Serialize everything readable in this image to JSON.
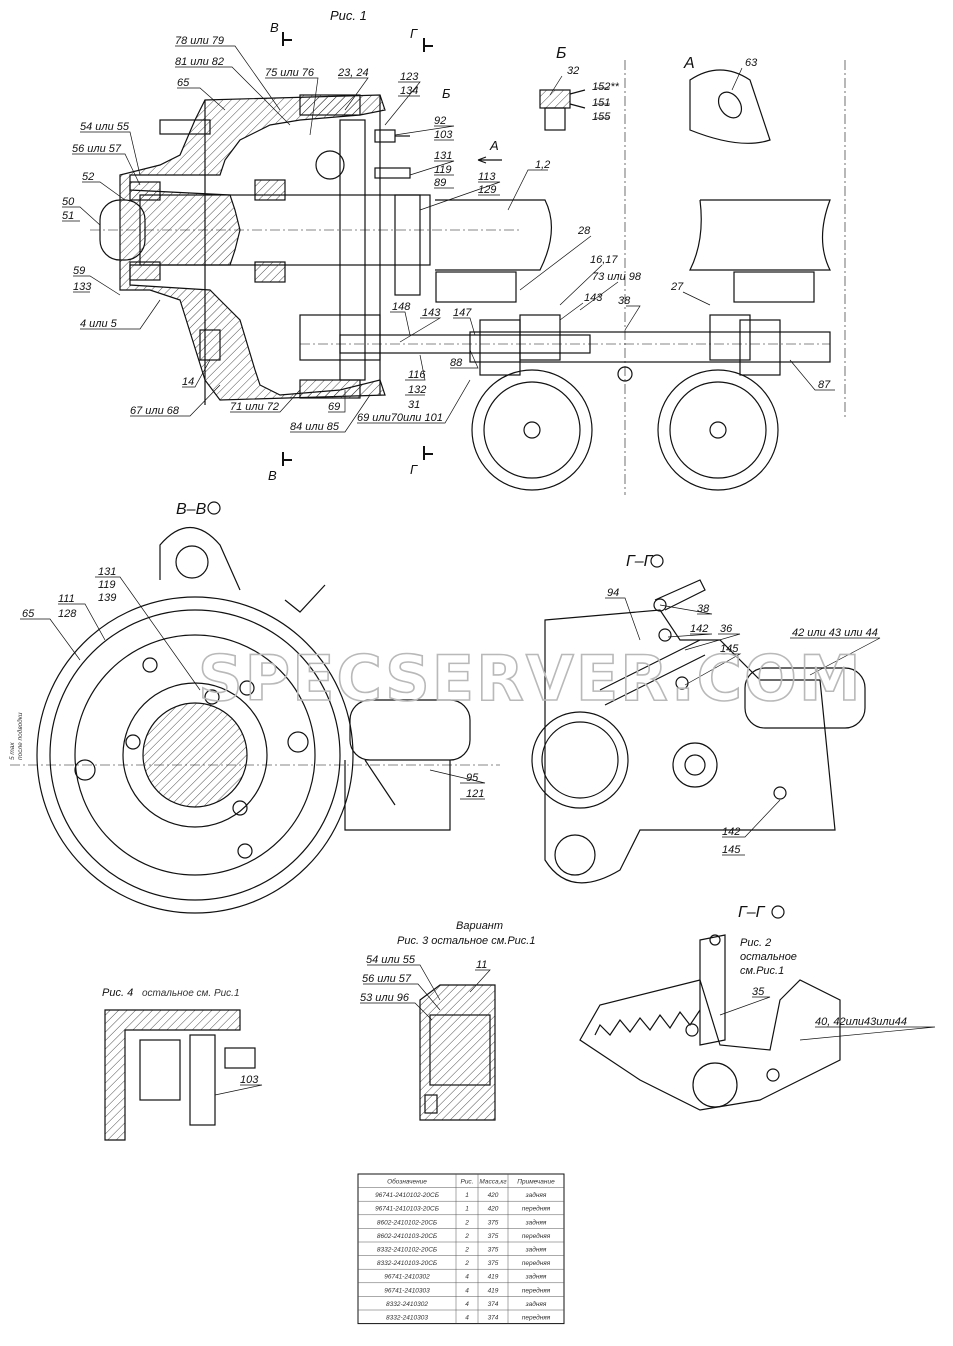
{
  "figure_titles": {
    "fig1": "Рис. 1",
    "fig2_line1": "Рис. 2",
    "fig2_line2": "остальное",
    "fig2_line3": "см.Рис.1",
    "fig3_line1": "Вариант",
    "fig3_line2": "Рис. 3 остальное см.Рис.1",
    "fig4": "Рис. 4",
    "fig4_note": "остальное см. Рис.1"
  },
  "section_labels": {
    "v_top": "В",
    "v_bottom": "В",
    "g_top": "Г",
    "g_bottom": "Г",
    "b_marker": "Б",
    "a_marker": "А",
    "view_b": "Б",
    "view_a": "А",
    "section_vv": "В–В",
    "section_gg": "Г–Г",
    "section_gg2": "Г–Г"
  },
  "callouts_fig1": {
    "c78": "78 или 79",
    "c81": "81 или 82",
    "c75": "75 или 76",
    "c2324": "23, 24",
    "c65": "65",
    "c123": "123",
    "c134": "134",
    "c92": "92",
    "c103": "103",
    "c131": "131",
    "c119": "119",
    "c89": "89",
    "c113": "113",
    "c129": "129",
    "c12": "1,2",
    "c54": "54 или 55",
    "c56": "56 или 57",
    "c52": "52",
    "c50": "50",
    "c51": "51",
    "c59": "59",
    "c133": "133",
    "c45": "4 или 5",
    "c14": "14",
    "c6768": "67 или 68",
    "c7172": "71 или 72",
    "c69": "69",
    "c8485": "84 или 85",
    "c6970": "69 или70или 101",
    "c31": "31",
    "c116": "116",
    "c132": "132",
    "c148": "148",
    "c143a": "143",
    "c147": "147",
    "c88": "88",
    "c28": "28",
    "c1617": "16,17",
    "c7398": "73 или 98",
    "c143b": "143",
    "c38": "38",
    "c27": "27",
    "c87": "87",
    "c32": "32",
    "c152": "152**",
    "c151": "151",
    "c155": "155",
    "c63": "63"
  },
  "callouts_vv": {
    "c131": "131",
    "c119": "119",
    "c139": "139",
    "c111": "111",
    "c128": "128",
    "c65": "65",
    "c95": "95",
    "c121": "121",
    "side_note_1": "5 тах",
    "side_note_2": "после подводки"
  },
  "callouts_gg": {
    "c94": "94",
    "c38": "38",
    "c142": "142",
    "c36": "36",
    "c145": "145",
    "c4244": "42 или 43 или 44",
    "c142b": "142",
    "c145b": "145"
  },
  "callouts_gg2": {
    "c35": "35",
    "c4044": "40, 42или43или44"
  },
  "callouts_fig3": {
    "c54": "54 или 55",
    "c56": "56 или 57",
    "c53": "53 или 96",
    "c11": "11"
  },
  "callouts_fig4": {
    "c103": "103"
  },
  "watermark": "SPECSERVER.COM",
  "parts_table": {
    "headers": [
      "Обозначение",
      "Рис.",
      "Масса,кг",
      "Примечание"
    ],
    "rows": [
      [
        "96741-2410102-20СБ",
        "1",
        "420",
        "задняя"
      ],
      [
        "96741-2410103-20СБ",
        "1",
        "420",
        "передняя"
      ],
      [
        "8602-2410102-20СБ",
        "2",
        "375",
        "задняя"
      ],
      [
        "8602-2410103-20СБ",
        "2",
        "375",
        "передняя"
      ],
      [
        "8332-2410102-20СБ",
        "2",
        "375",
        "задняя"
      ],
      [
        "8332-2410103-20СБ",
        "2",
        "375",
        "передняя"
      ],
      [
        "96741-2410302",
        "4",
        "419",
        "задняя"
      ],
      [
        "96741-2410303",
        "4",
        "419",
        "передняя"
      ],
      [
        "8332-2410302",
        "4",
        "374",
        "задняя"
      ],
      [
        "8332-2410303",
        "4",
        "374",
        "передняя"
      ]
    ]
  }
}
